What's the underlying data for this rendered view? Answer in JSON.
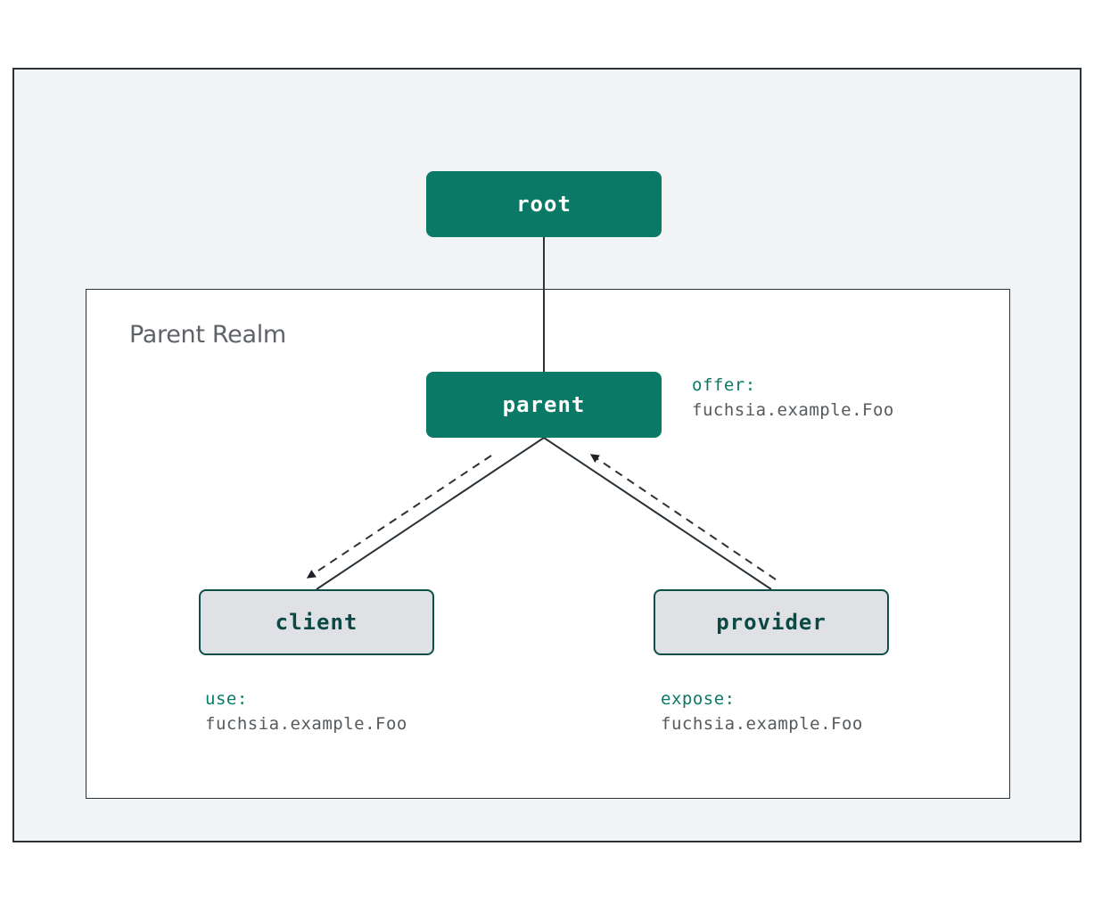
{
  "realm": {
    "label": "Parent Realm"
  },
  "nodes": {
    "root": "root",
    "parent": "parent",
    "client": "client",
    "provider": "provider"
  },
  "annotations": {
    "offer": {
      "keyword": "offer:",
      "value": "fuchsia.example.Foo"
    },
    "use": {
      "keyword": "use:",
      "value": "fuchsia.example.Foo"
    },
    "expose": {
      "keyword": "expose:",
      "value": "fuchsia.example.Foo"
    }
  },
  "colors": {
    "primary_node": "#0a7a66",
    "secondary_node": "#dfe1e4",
    "accent_text": "#0a7a66",
    "outer_background": "#f1f3f4"
  }
}
